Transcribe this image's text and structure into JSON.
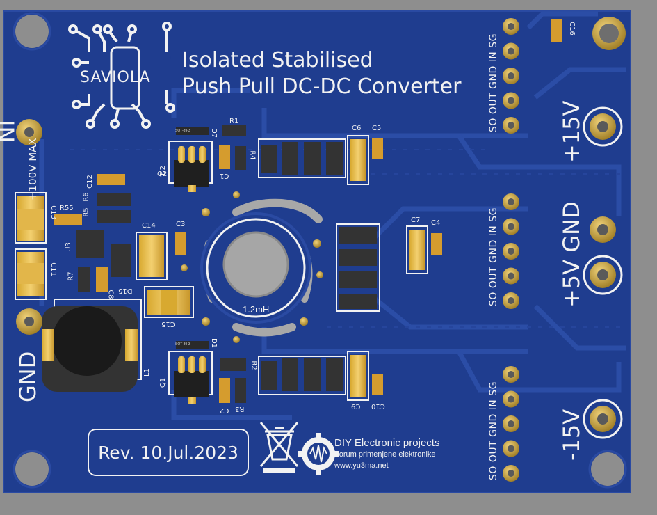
{
  "board": {
    "title_line1": "Isolated Stabilised",
    "title_line2": "Push Pull DC-DC Converter",
    "logo_text": "SAVIOLA",
    "revision": "Rev. 10.Jul.2023",
    "input_label": "IN",
    "input_note": "+100V MAX",
    "gnd_label": "GND",
    "out_plus15": "+15V",
    "out_plus5_gnd": "+5V GND",
    "out_minus15": "-15V",
    "header_pins": "SO OUT GND IN SG",
    "inductor_label": "1.2mH",
    "credit_line1": "DIY Electronic projects",
    "credit_line2": "Forum primenjene elektronike",
    "credit_line3": "www.yu3ma.net",
    "ic_marking": "SOT-89-3"
  },
  "refs": {
    "R1": "R1",
    "R2": "R2",
    "R3": "R3",
    "R4": "R4",
    "R5": "R5",
    "R6": "R6",
    "R7": "R7",
    "R55": "R55",
    "C1": "C1",
    "C2": "C2",
    "C3": "C3",
    "C4": "C4",
    "C5": "C5",
    "C6": "C6",
    "C7": "C7",
    "C8": "C8",
    "C9": "C9",
    "C10": "C10",
    "C11": "C11",
    "C12": "C12",
    "C13": "C13",
    "C14": "C14",
    "C15": "C15",
    "C16": "C16",
    "D1": "D1",
    "D2": "D2",
    "D7": "D7",
    "D15": "D15",
    "Q1": "Q1",
    "Q2": "Q2",
    "U3": "U3",
    "L1": "L1"
  },
  "colors": {
    "pcb": "#1f3d8f",
    "copper": "#284aa0",
    "silk": "#f2f2f2",
    "gold": "#c9a43a",
    "background": "#8e8e8e"
  }
}
